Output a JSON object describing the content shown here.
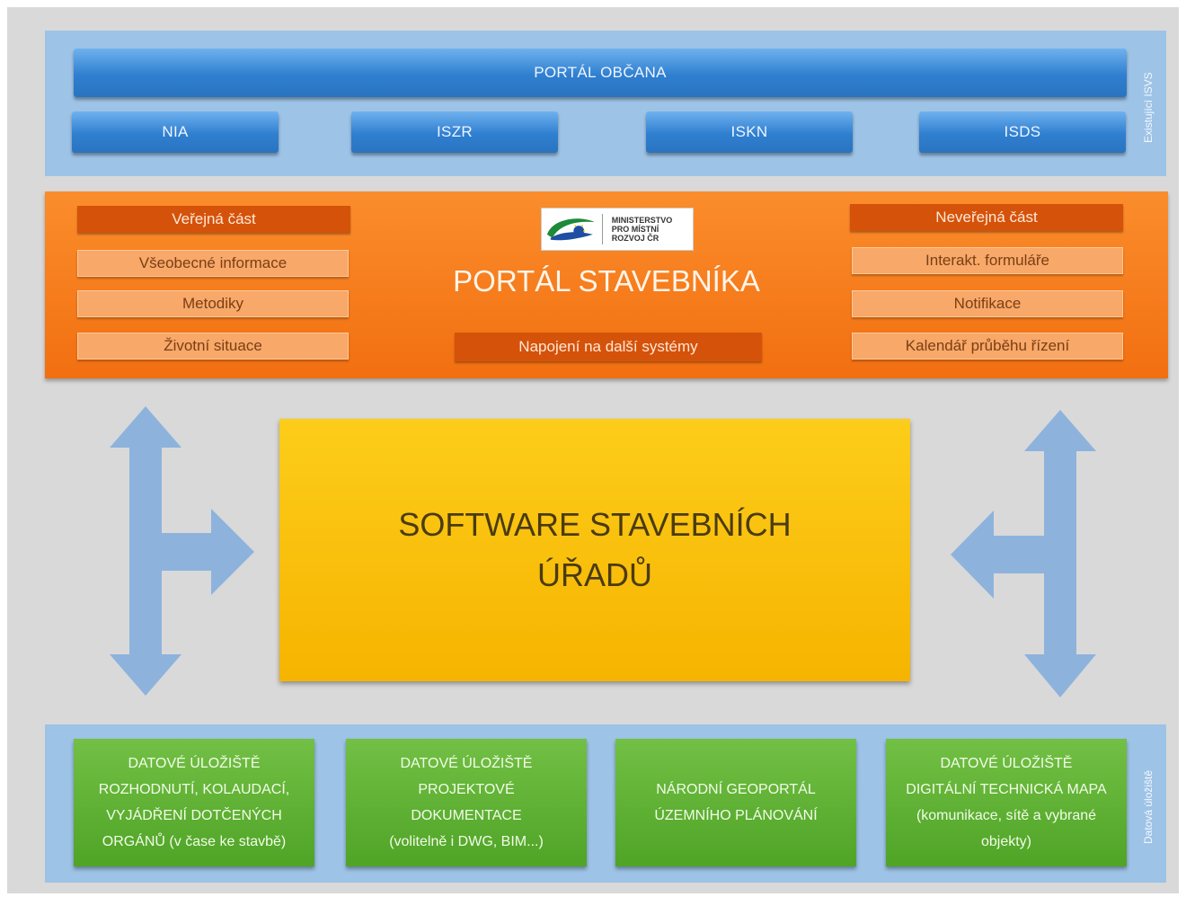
{
  "existing_systems": {
    "portal_obcana": "PORTÁL OBČANA",
    "systems": [
      "NIA",
      "ISZR",
      "ISKN",
      "ISDS"
    ],
    "side_label": "Existující ISVS"
  },
  "portal_stavebnika": {
    "title": "PORTÁL STAVEBNÍKA",
    "logo_text": "MINISTERSTVO\nPRO MÍSTNÍ\nROZVOJ ČR",
    "public": {
      "header": "Veřejná část",
      "items": [
        "Všeobecné informace",
        "Metodiky",
        "Životní situace"
      ]
    },
    "nonpublic": {
      "header": "Neveřejná část",
      "items": [
        "Interakt. formuláře",
        "Notifikace",
        "Kalendář průběhu řízení"
      ]
    },
    "connection": "Napojení na další systémy"
  },
  "core": {
    "line1": "SOFTWARE STAVEBNÍCH",
    "line2": "ÚŘADŮ"
  },
  "data_storage": {
    "side_label": "Datová úložiště",
    "boxes": [
      "DATOVÉ ÚLOŽIŠTĚ\nROZHODNUTÍ, KOLAUDACÍ,\nVYJÁDŘENÍ  DOTČENÝCH\nORGÁNŮ (v čase ke stavbě)",
      "DATOVÉ ÚLOŽIŠTĚ\nPROJEKTOVÉ\nDOKUMENTACE\n(volitelně i DWG,  BIM...)",
      "NÁRODNÍ GEOPORTÁL\nÚZEMNÍHO PLÁNOVÁNÍ",
      "DATOVÉ ÚLOŽIŠTĚ\nDIGITÁLNÍ TECHNICKÁ MAPA\n(komunikace, sítě a vybrané\nobjekty)"
    ]
  },
  "colors": {
    "blue_band": "#9dc3e6",
    "orange": "#f26f10",
    "yellow": "#f6b400",
    "green": "#4fa426",
    "arrow": "#8db3dd"
  }
}
